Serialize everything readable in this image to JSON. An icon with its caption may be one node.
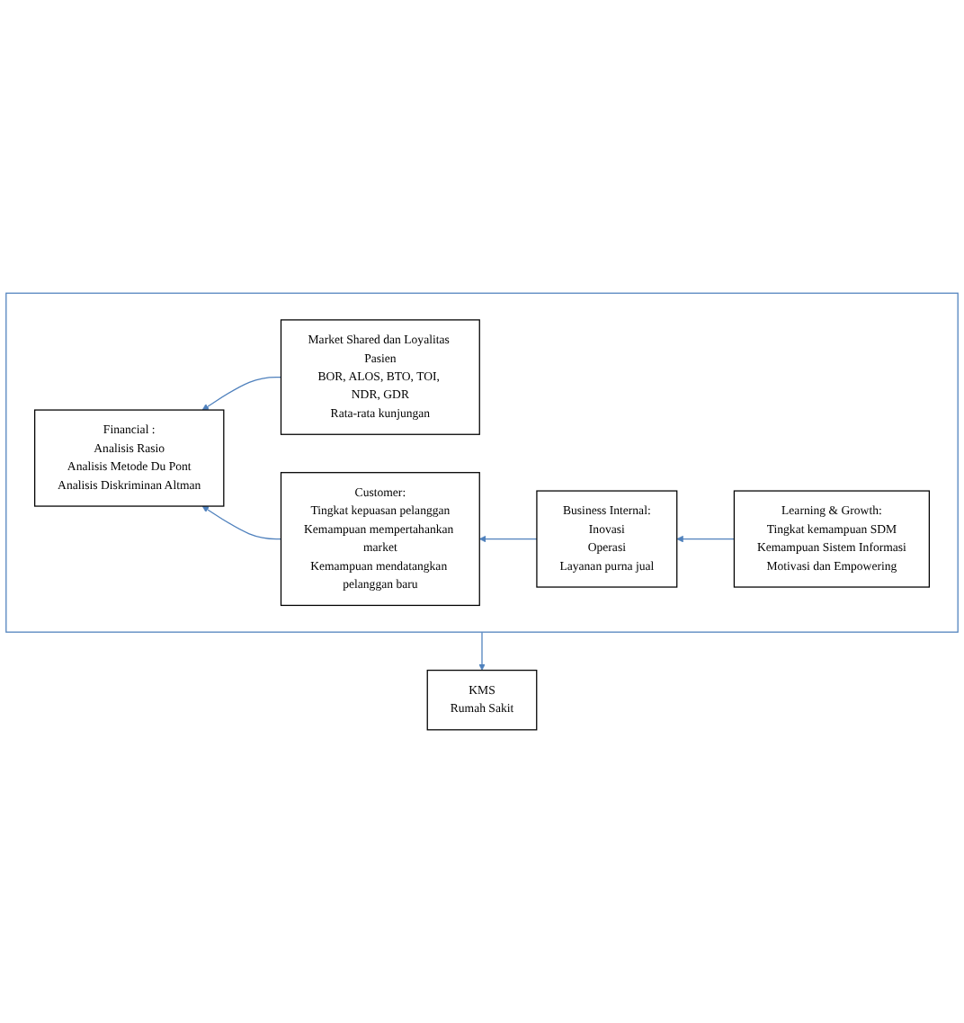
{
  "diagram": {
    "nodes": [
      {
        "text": [],
        "shape": "box"
      },
      {
        "text": [
          "Financial :",
          "Analisis Rasio",
          "Analisis Metode Du Pont",
          "Analisis Diskriminan Altman"
        ],
        "in": 0
      },
      {
        "text": [
          "Market Shared dan Loyalitas Pasien",
          "BOR, ALOS, BTO, TOI, NDR, GDR",
          "Rata-rata kunjungan"
        ],
        "in": 0
      },
      {
        "text": [
          "Customer:",
          "Tingkat kepuasan pelanggan",
          "Kemampuan mempertahankan market",
          "Kemampuan mendatangkan pelanggan baru"
        ],
        "in": 0
      },
      {
        "text": [
          "Business Internal:",
          "Inovasi",
          "Operasi",
          "Layanan purna jual"
        ],
        "in": 0
      },
      {
        "text": [
          "Learning & Growth:",
          "Tingkat kemampuan SDM",
          "Kemampuan Sistem Informasi",
          "Motivasi dan Empowering"
        ],
        "in": 0
      },
      {
        "text": [
          "KMS",
          "Rumah Sakit"
        ]
      }
    ],
    "edges": [
      {
        "from": 2,
        "to": 1,
        "arrow": "to"
      },
      {
        "from": 3,
        "to": 1,
        "arrow": "to"
      },
      {
        "from": 4,
        "to": 3,
        "arrow": "to"
      },
      {
        "from": 5,
        "to": 4,
        "arrow": "to"
      },
      {
        "from": 0,
        "to": 6,
        "arrow": "to"
      }
    ]
  }
}
